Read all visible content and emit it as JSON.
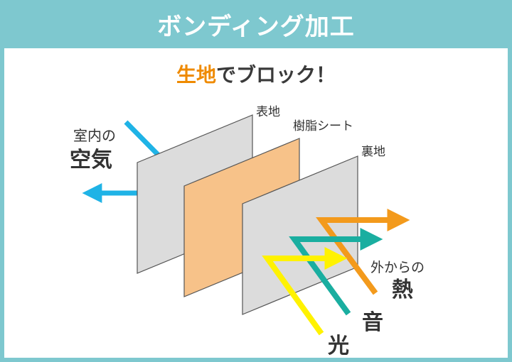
{
  "title": "ボンディング加工",
  "subtitle": {
    "highlight": "生地",
    "rest": "でブロック！"
  },
  "layers": {
    "outer": "表地",
    "middle": "樹脂シート",
    "inner": "裏地"
  },
  "indoor_air": {
    "line1": "室内の",
    "line2": "空気"
  },
  "incoming": {
    "heat_prefix": "外からの",
    "heat": "熱",
    "sound": "音",
    "light": "光"
  },
  "colors": {
    "header": "#7ec8cf",
    "highlight": "#ef8a00",
    "air_arrow": "#1fb3e6",
    "heat_arrow": "#f39a1c",
    "sound_arrow": "#1aaea0",
    "light_arrow": "#fff200",
    "outer_panel": "#dcdcdc",
    "resin_panel": "#f7c289"
  }
}
